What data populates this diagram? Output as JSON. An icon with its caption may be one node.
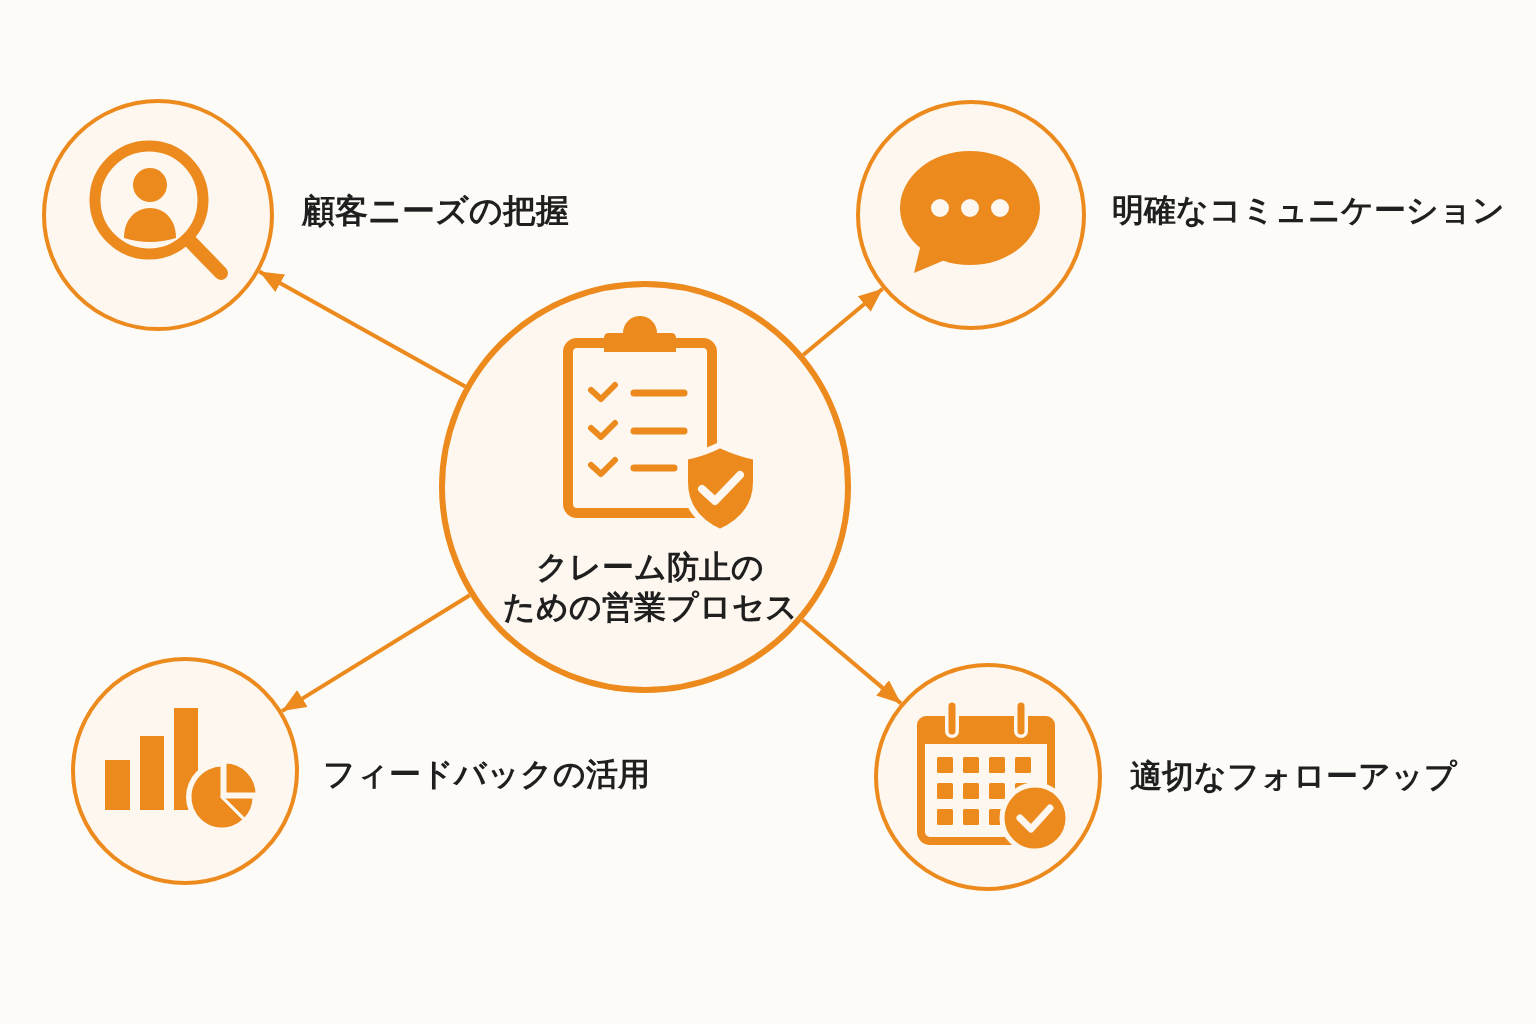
{
  "diagram": {
    "nodes": [
      {
        "text": [
          "顧客ニーズの把握"
        ]
      },
      {
        "text": [
          "明確なコミュニケーション"
        ]
      },
      {
        "text": [
          "クレーム防止のための営業プロセス"
        ]
      },
      {
        "text": [
          "フィードバックの活用"
        ]
      },
      {
        "text": [
          "適切なフォローアップ"
        ]
      }
    ],
    "edges": [
      {
        "from": 2,
        "to": 0,
        "arrow": "to"
      },
      {
        "from": 2,
        "to": 1,
        "arrow": "to"
      },
      {
        "from": 2,
        "to": 3,
        "arrow": "to"
      },
      {
        "from": 2,
        "to": 4,
        "arrow": "to"
      }
    ]
  }
}
